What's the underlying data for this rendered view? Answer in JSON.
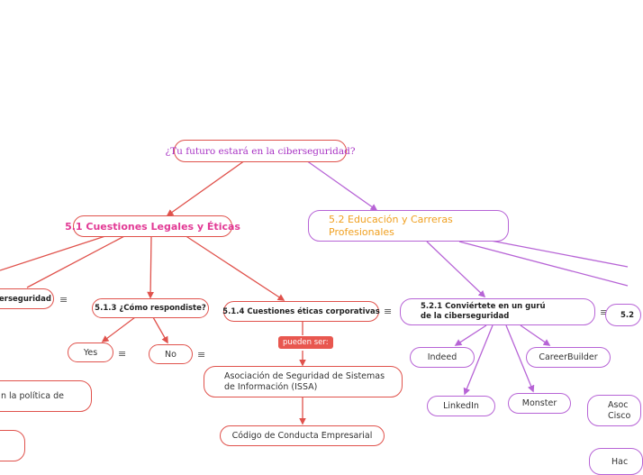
{
  "root": {
    "label": "¿Tu futuro estará en la ciberseguridad?"
  },
  "branches": {
    "legal": {
      "label": "5.1 Cuestiones Legales y Éticas",
      "children": {
        "cyber": "erseguridad",
        "question": "5.1.3 ¿Cómo respondiste?",
        "yes": "Yes",
        "no": "No",
        "policy": "n la política de",
        "corporate": "5.1.4 Cuestiones éticas corporativas",
        "connector": "pueden ser:",
        "issa": "Asociación de Seguridad de Sistemas de Información (ISSA)",
        "code": "Código de Conducta Empresarial"
      }
    },
    "education": {
      "label": "5.2 Educación y Carreras Profesionales",
      "children": {
        "guru": "5.2.1 Conviértete en un gurú de la ciberseguridad",
        "indeed": "Indeed",
        "careerbuilder": "CareerBuilder",
        "linkedin": "LinkedIn",
        "monster": "Monster",
        "next": "5.2",
        "assoc": "Asoc Cisco",
        "hack": "Hac"
      }
    }
  },
  "colors": {
    "red": "#e0524c",
    "purple": "#b764d6",
    "pink": "#e23a95",
    "orange": "#f0a020",
    "badge": "#e8574f"
  },
  "icons": {
    "notes": "notes-icon",
    "info": "info-icon"
  }
}
